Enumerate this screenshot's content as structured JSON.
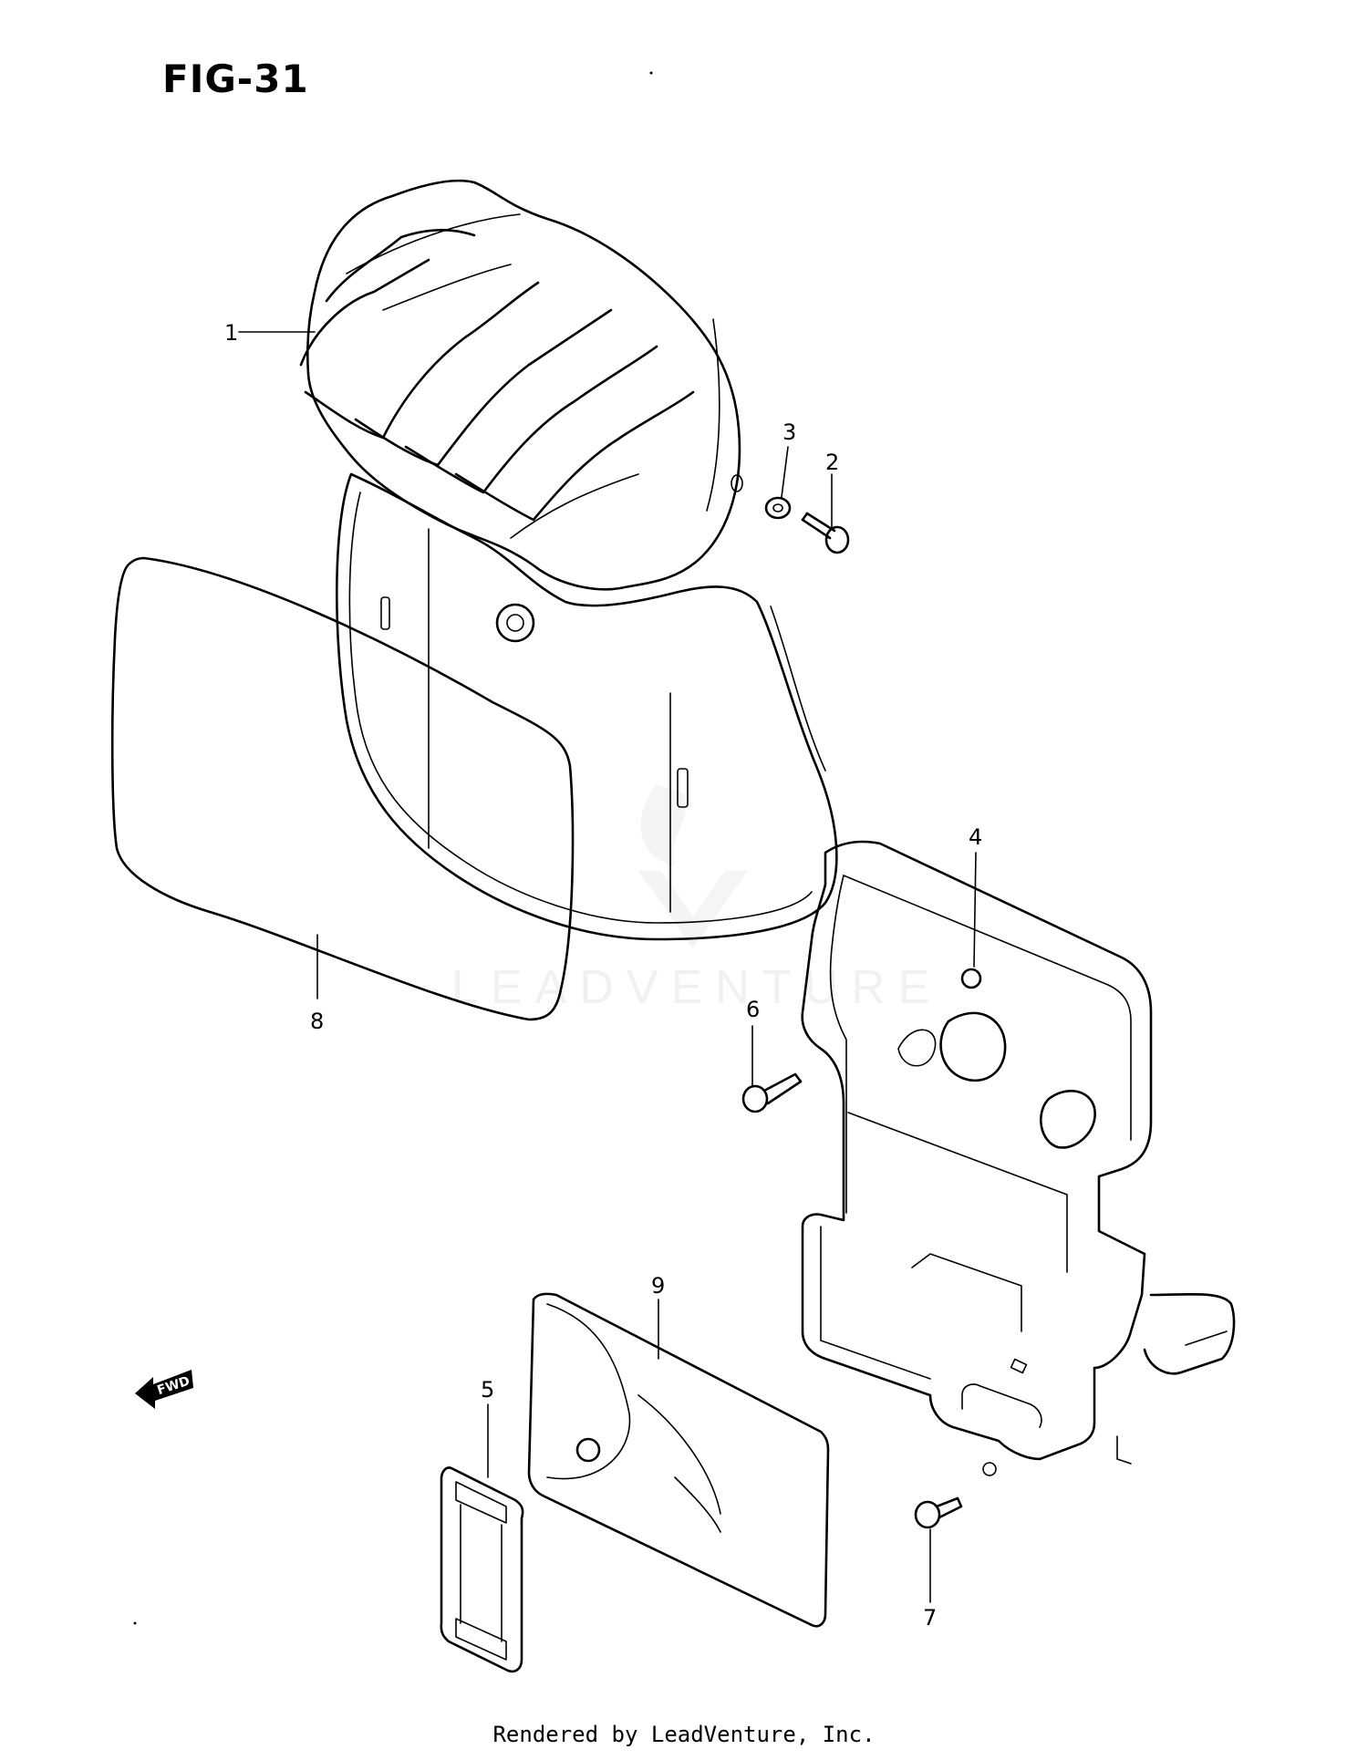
{
  "figure": {
    "title": "FIG-31"
  },
  "watermark": "LEADVENTURE",
  "fwd_badge": "FWD",
  "parts": [
    {
      "number": "1"
    },
    {
      "number": "2"
    },
    {
      "number": "3"
    },
    {
      "number": "4"
    },
    {
      "number": "5"
    },
    {
      "number": "6"
    },
    {
      "number": "7"
    },
    {
      "number": "8"
    },
    {
      "number": "9"
    }
  ],
  "footer": "Rendered by LeadVenture, Inc."
}
